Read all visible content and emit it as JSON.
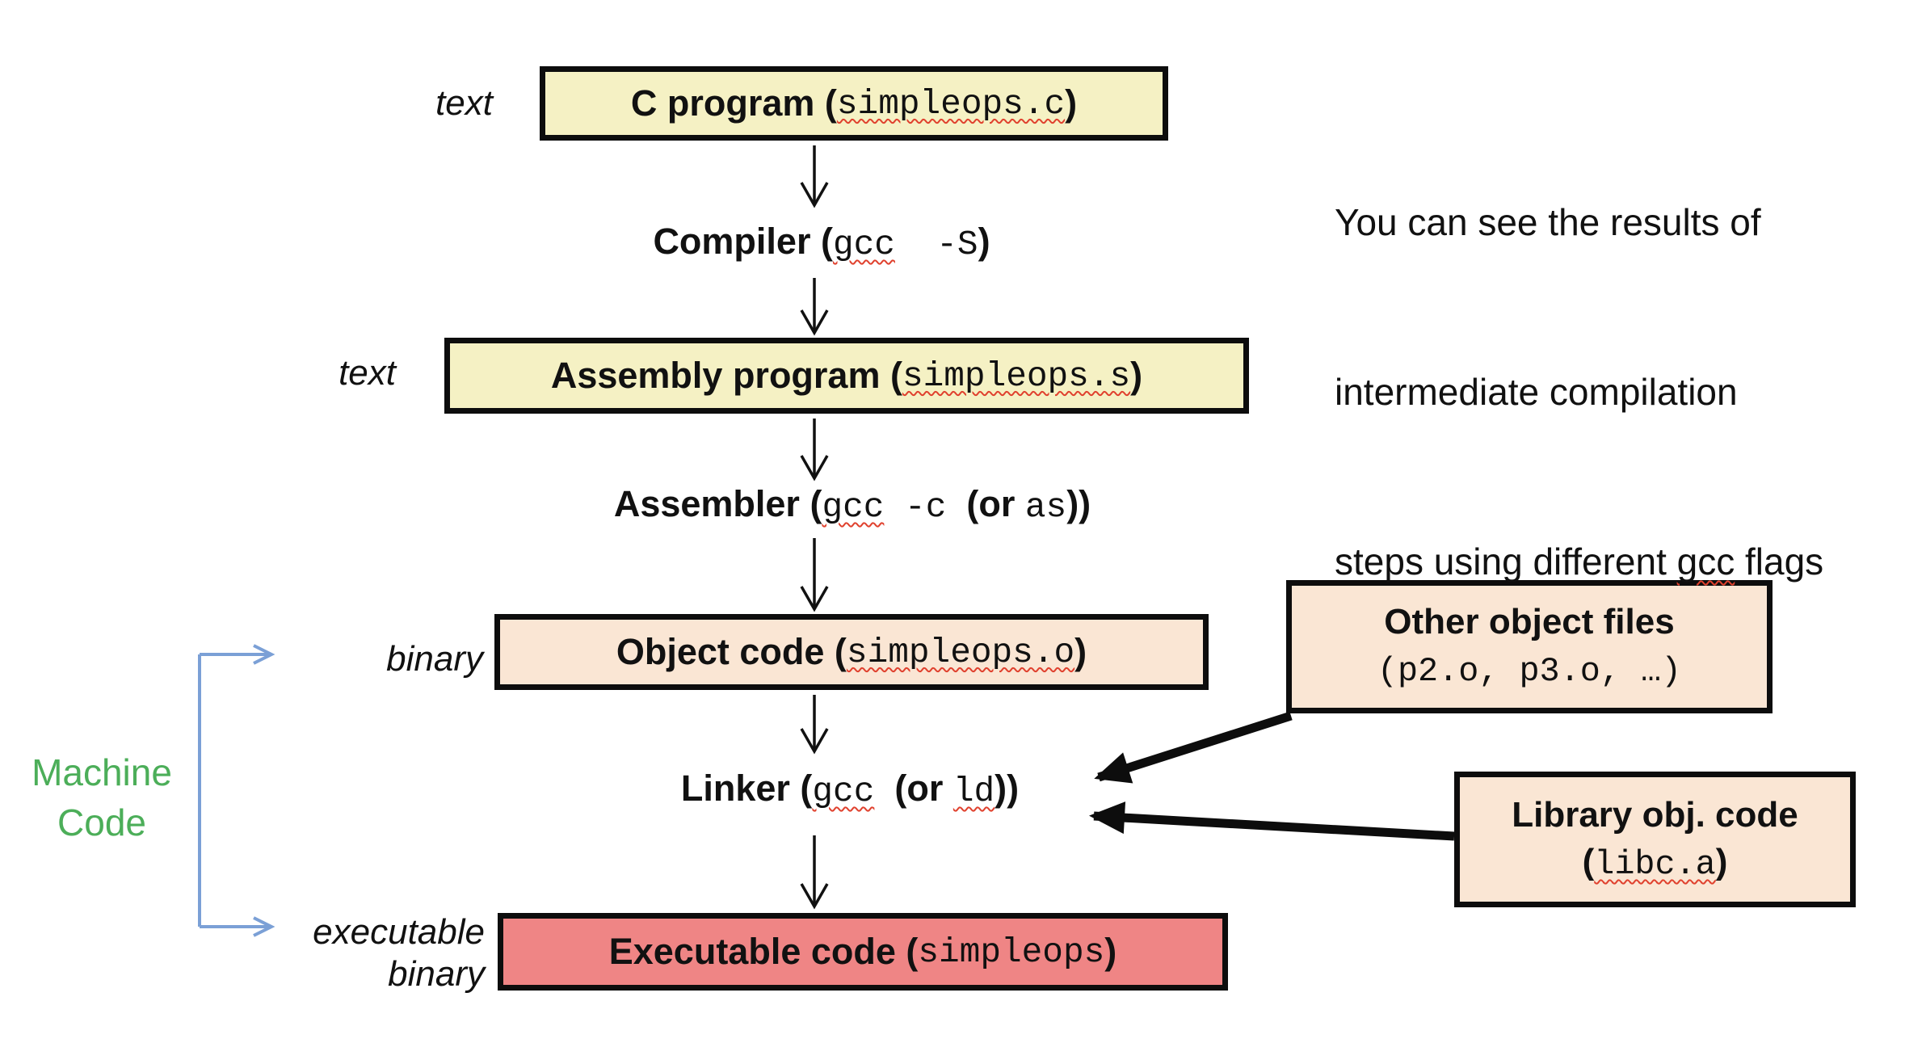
{
  "note": {
    "lines": [
      [
        {
          "t": "You can see the results of"
        }
      ],
      [
        {
          "t": "intermediate compilation"
        }
      ],
      [
        {
          "t": "steps using different "
        },
        {
          "t": "gcc",
          "wavy": true
        },
        {
          "t": " flags"
        }
      ]
    ]
  },
  "boxes": {
    "c_program": {
      "segments": [
        {
          "t": "C program ("
        },
        {
          "t": "simpleops.c",
          "mono": true,
          "wavy": true
        },
        {
          "t": ")"
        }
      ]
    },
    "assembly_program": {
      "segments": [
        {
          "t": "Assembly program ("
        },
        {
          "t": "simpleops.s",
          "mono": true,
          "wavy": true
        },
        {
          "t": ")"
        }
      ]
    },
    "object_code": {
      "segments": [
        {
          "t": "Object code ("
        },
        {
          "t": "simpleops.o",
          "mono": true,
          "wavy": true
        },
        {
          "t": ")"
        }
      ]
    },
    "executable_code": {
      "segments": [
        {
          "t": "Executable code ("
        },
        {
          "t": "simpleops",
          "mono": true
        },
        {
          "t": ")"
        }
      ]
    },
    "other_object_files": {
      "line1": [
        {
          "t": "Other object files"
        }
      ],
      "line2": [
        {
          "t": "(p2.o, p3.o, …)",
          "mono": true
        }
      ]
    },
    "library_obj_code": {
      "line1": [
        {
          "t": "Library obj. code"
        }
      ],
      "line2": [
        {
          "t": "("
        },
        {
          "t": "libc.a",
          "mono": true,
          "wavy": true
        },
        {
          "t": ")"
        }
      ]
    }
  },
  "steps": {
    "compiler": {
      "segments": [
        {
          "t": "Compiler ("
        },
        {
          "t": "gcc",
          "mono": true,
          "wavy": true
        },
        {
          "t": "  -S",
          "mono": true
        },
        {
          "t": ")"
        }
      ]
    },
    "assembler": {
      "segments": [
        {
          "t": "Assembler ("
        },
        {
          "t": "gcc",
          "mono": true,
          "wavy": true
        },
        {
          "t": " -c",
          "mono": true
        },
        {
          "t": "  (or "
        },
        {
          "t": "as",
          "mono": true
        },
        {
          "t": "))"
        }
      ]
    },
    "linker": {
      "segments": [
        {
          "t": "Linker ("
        },
        {
          "t": "gcc",
          "mono": true,
          "wavy": true
        },
        {
          "t": "  (or "
        },
        {
          "t": "ld",
          "mono": true,
          "wavy": true
        },
        {
          "t": "))"
        }
      ]
    }
  },
  "side_labels": {
    "c_program_format": "text",
    "assembly_format": "text",
    "object_format": "binary",
    "executable_format_lines": [
      "executable",
      "binary"
    ],
    "machine_code_lines": [
      "Machine",
      "Code"
    ]
  },
  "colors": {
    "yellow_box": "#F5F1C4",
    "peach_box": "#FAE6D4",
    "red_box": "#EF8585",
    "green_text": "#4CAE59",
    "blue_bracket": "#7BA0D6",
    "squiggle": "#E0412E"
  }
}
